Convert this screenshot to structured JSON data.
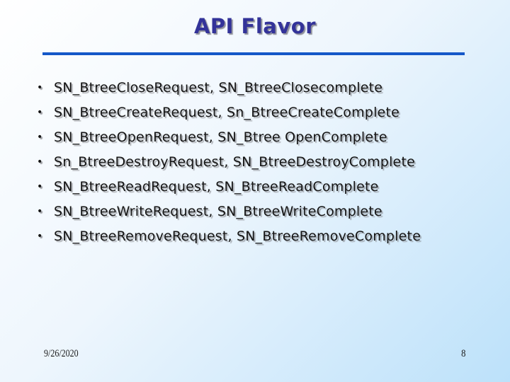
{
  "slide": {
    "title": "API Flavor",
    "bullet_glyph": "•",
    "bullets": [
      "SN_BtreeCloseRequest, SN_BtreeClosecomplete",
      "SN_BtreeCreateRequest, Sn_BtreeCreateComplete",
      "SN_BtreeOpenRequest, SN_Btree OpenComplete",
      "Sn_BtreeDestroyRequest, SN_BtreeDestroyComplete",
      "SN_BtreeReadRequest, SN_BtreeReadComplete",
      "SN_BtreeWriteRequest, SN_BtreeWriteComplete",
      "SN_BtreeRemoveRequest, SN_BtreeRemoveComplete"
    ],
    "footer": {
      "date": "9/26/2020",
      "page_number": "8"
    },
    "colors": {
      "title": "#333399",
      "rule": "#1558c8",
      "body_text": "#141414",
      "background_start": "#ffffff",
      "background_end": "#bce1fa"
    }
  }
}
